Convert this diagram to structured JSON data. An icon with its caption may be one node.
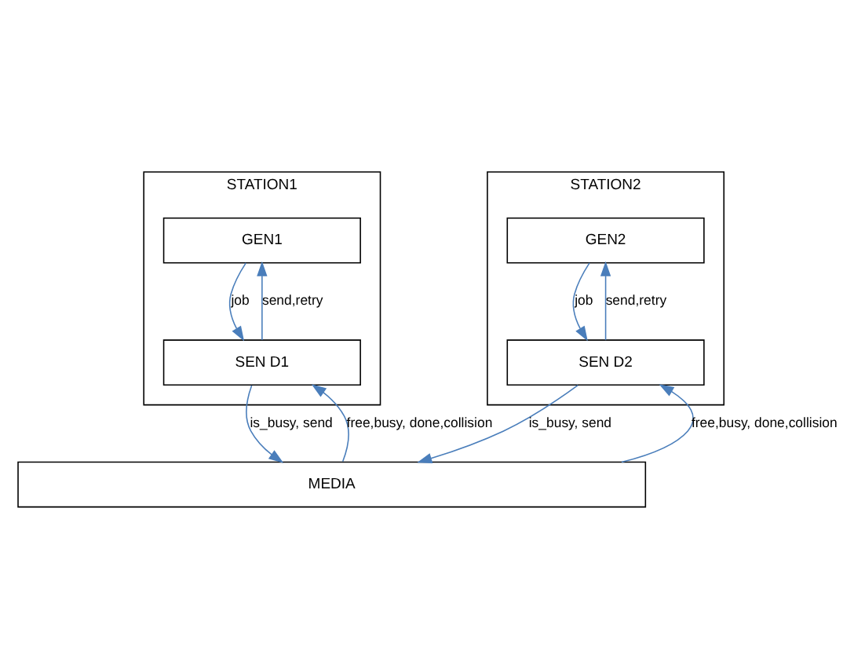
{
  "diagram": {
    "nodes": [
      {
        "text": [
          "STATION1"
        ]
      },
      {
        "text": [
          "GEN1"
        ],
        "in": 0
      },
      {
        "text": [
          "SEN D1"
        ],
        "in": 0
      },
      {
        "text": [
          "STATION2"
        ]
      },
      {
        "text": [
          "GEN2"
        ],
        "in": 3
      },
      {
        "text": [
          "SEN D2"
        ],
        "in": 3
      },
      {
        "text": [
          "MEDIA"
        ]
      }
    ],
    "edges": [
      {
        "from": 2,
        "to": 1,
        "arrow": "to",
        "label": "send,retry"
      },
      {
        "from": 1,
        "to": 2,
        "arrow": "to",
        "label": "job"
      },
      {
        "from": 6,
        "to": 2,
        "arrow": "to",
        "label": "free,busy, done,collision"
      },
      {
        "from": 2,
        "to": 6,
        "arrow": "to",
        "label": "is_busy, send"
      },
      {
        "from": 5,
        "to": 4,
        "arrow": "to",
        "label": "send,retry"
      },
      {
        "from": 4,
        "to": 5,
        "arrow": "to",
        "label": "job"
      },
      {
        "from": 6,
        "to": 5,
        "arrow": "to",
        "label": "free,busy, done,collision"
      },
      {
        "from": 5,
        "to": 6,
        "arrow": "to",
        "label": "is_busy, send"
      }
    ]
  }
}
